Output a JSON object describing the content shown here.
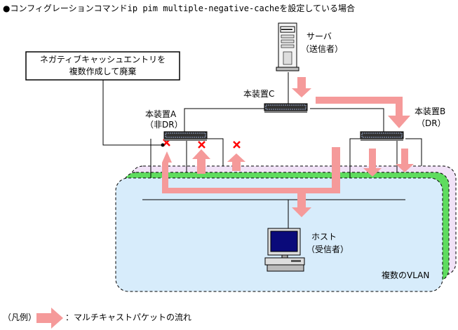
{
  "caption": {
    "prefix": "●コンフィグレーションコマンド",
    "command": "ip pim multiple-negative-cache",
    "suffix": "を設定している場合"
  },
  "server": {
    "label": "サーバ",
    "role": "（送信者）"
  },
  "device_c": {
    "label": "本装置C"
  },
  "device_a": {
    "label": "本装置A",
    "role": "（非DR）"
  },
  "device_b": {
    "label": "本装置B",
    "role": "（DR）"
  },
  "callout": {
    "line1": "ネガティブキャッシュエントリを",
    "line2": "複数作成して廃棄"
  },
  "host": {
    "label": "ホスト",
    "role": "（受信者）"
  },
  "vlan": {
    "label": "複数のVLAN"
  },
  "legend": {
    "prefix": "（凡例）",
    "text": "：マルチキャストパケットの流れ"
  },
  "colors": {
    "flow_arrow": "#f59a9a",
    "vlan_front": "#d7ecfb",
    "vlan_middle": "#5fdc5f",
    "vlan_back": "#f1e2f7",
    "drop_mark": "#ff0000"
  }
}
